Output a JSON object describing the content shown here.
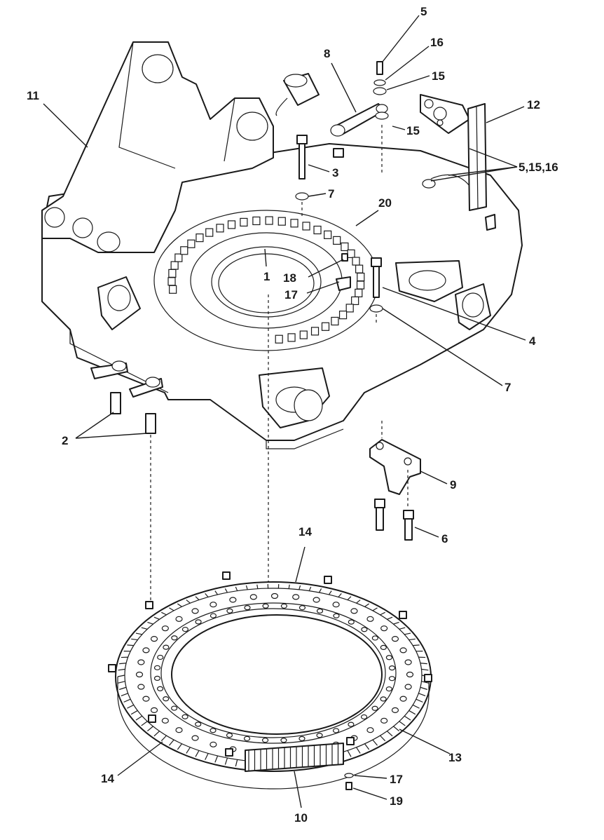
{
  "diagram": {
    "callouts": [
      {
        "id": "c5-top",
        "text": "5"
      },
      {
        "id": "c16-top",
        "text": "16"
      },
      {
        "id": "c8",
        "text": "8"
      },
      {
        "id": "c15-a",
        "text": "15"
      },
      {
        "id": "c11",
        "text": "11"
      },
      {
        "id": "c12",
        "text": "12"
      },
      {
        "id": "c15-b",
        "text": "15"
      },
      {
        "id": "c3",
        "text": "3"
      },
      {
        "id": "c5-15-16",
        "text": "5,15,16"
      },
      {
        "id": "c7-a",
        "text": "7"
      },
      {
        "id": "c20",
        "text": "20"
      },
      {
        "id": "c1",
        "text": "1"
      },
      {
        "id": "c18",
        "text": "18"
      },
      {
        "id": "c17-a",
        "text": "17"
      },
      {
        "id": "c4",
        "text": "4"
      },
      {
        "id": "c7-b",
        "text": "7"
      },
      {
        "id": "c2",
        "text": "2"
      },
      {
        "id": "c9",
        "text": "9"
      },
      {
        "id": "c6",
        "text": "6"
      },
      {
        "id": "c14-a",
        "text": "14"
      },
      {
        "id": "c13",
        "text": "13"
      },
      {
        "id": "c14-b",
        "text": "14"
      },
      {
        "id": "c17-b",
        "text": "17"
      },
      {
        "id": "c19",
        "text": "19"
      },
      {
        "id": "c10",
        "text": "10"
      }
    ]
  }
}
